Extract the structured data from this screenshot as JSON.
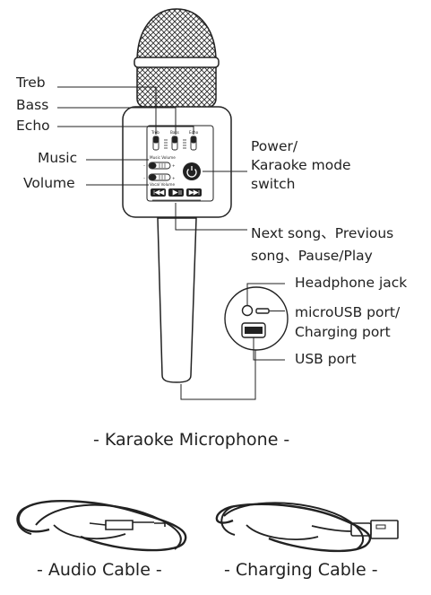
{
  "labels": {
    "treb": "Treb",
    "bass": "Bass",
    "echo": "Echo",
    "music": "Music",
    "volume": "Volume",
    "power_line1": "Power/",
    "power_line2": "Karaoke mode",
    "power_line3": "switch",
    "song_line1": "Next song、Previous",
    "song_line2": "song、Pause/Play",
    "headphone": "Headphone jack",
    "microusb_line1": "microUSB port/",
    "microusb_line2": "Charging port",
    "usb": "USB port"
  },
  "panel": {
    "treb": "Treb",
    "bass": "Bass",
    "echo": "Echo",
    "music_volume": "Music Volume",
    "vocal_volume": "Vocal Volume",
    "minus": "–",
    "plus": "+"
  },
  "captions": {
    "microphone": "- Karaoke Microphone -",
    "audio_cable": "- Audio Cable -",
    "charging_cable": "- Charging Cable -"
  },
  "colors": {
    "line": "#222222",
    "background": "#ffffff"
  }
}
